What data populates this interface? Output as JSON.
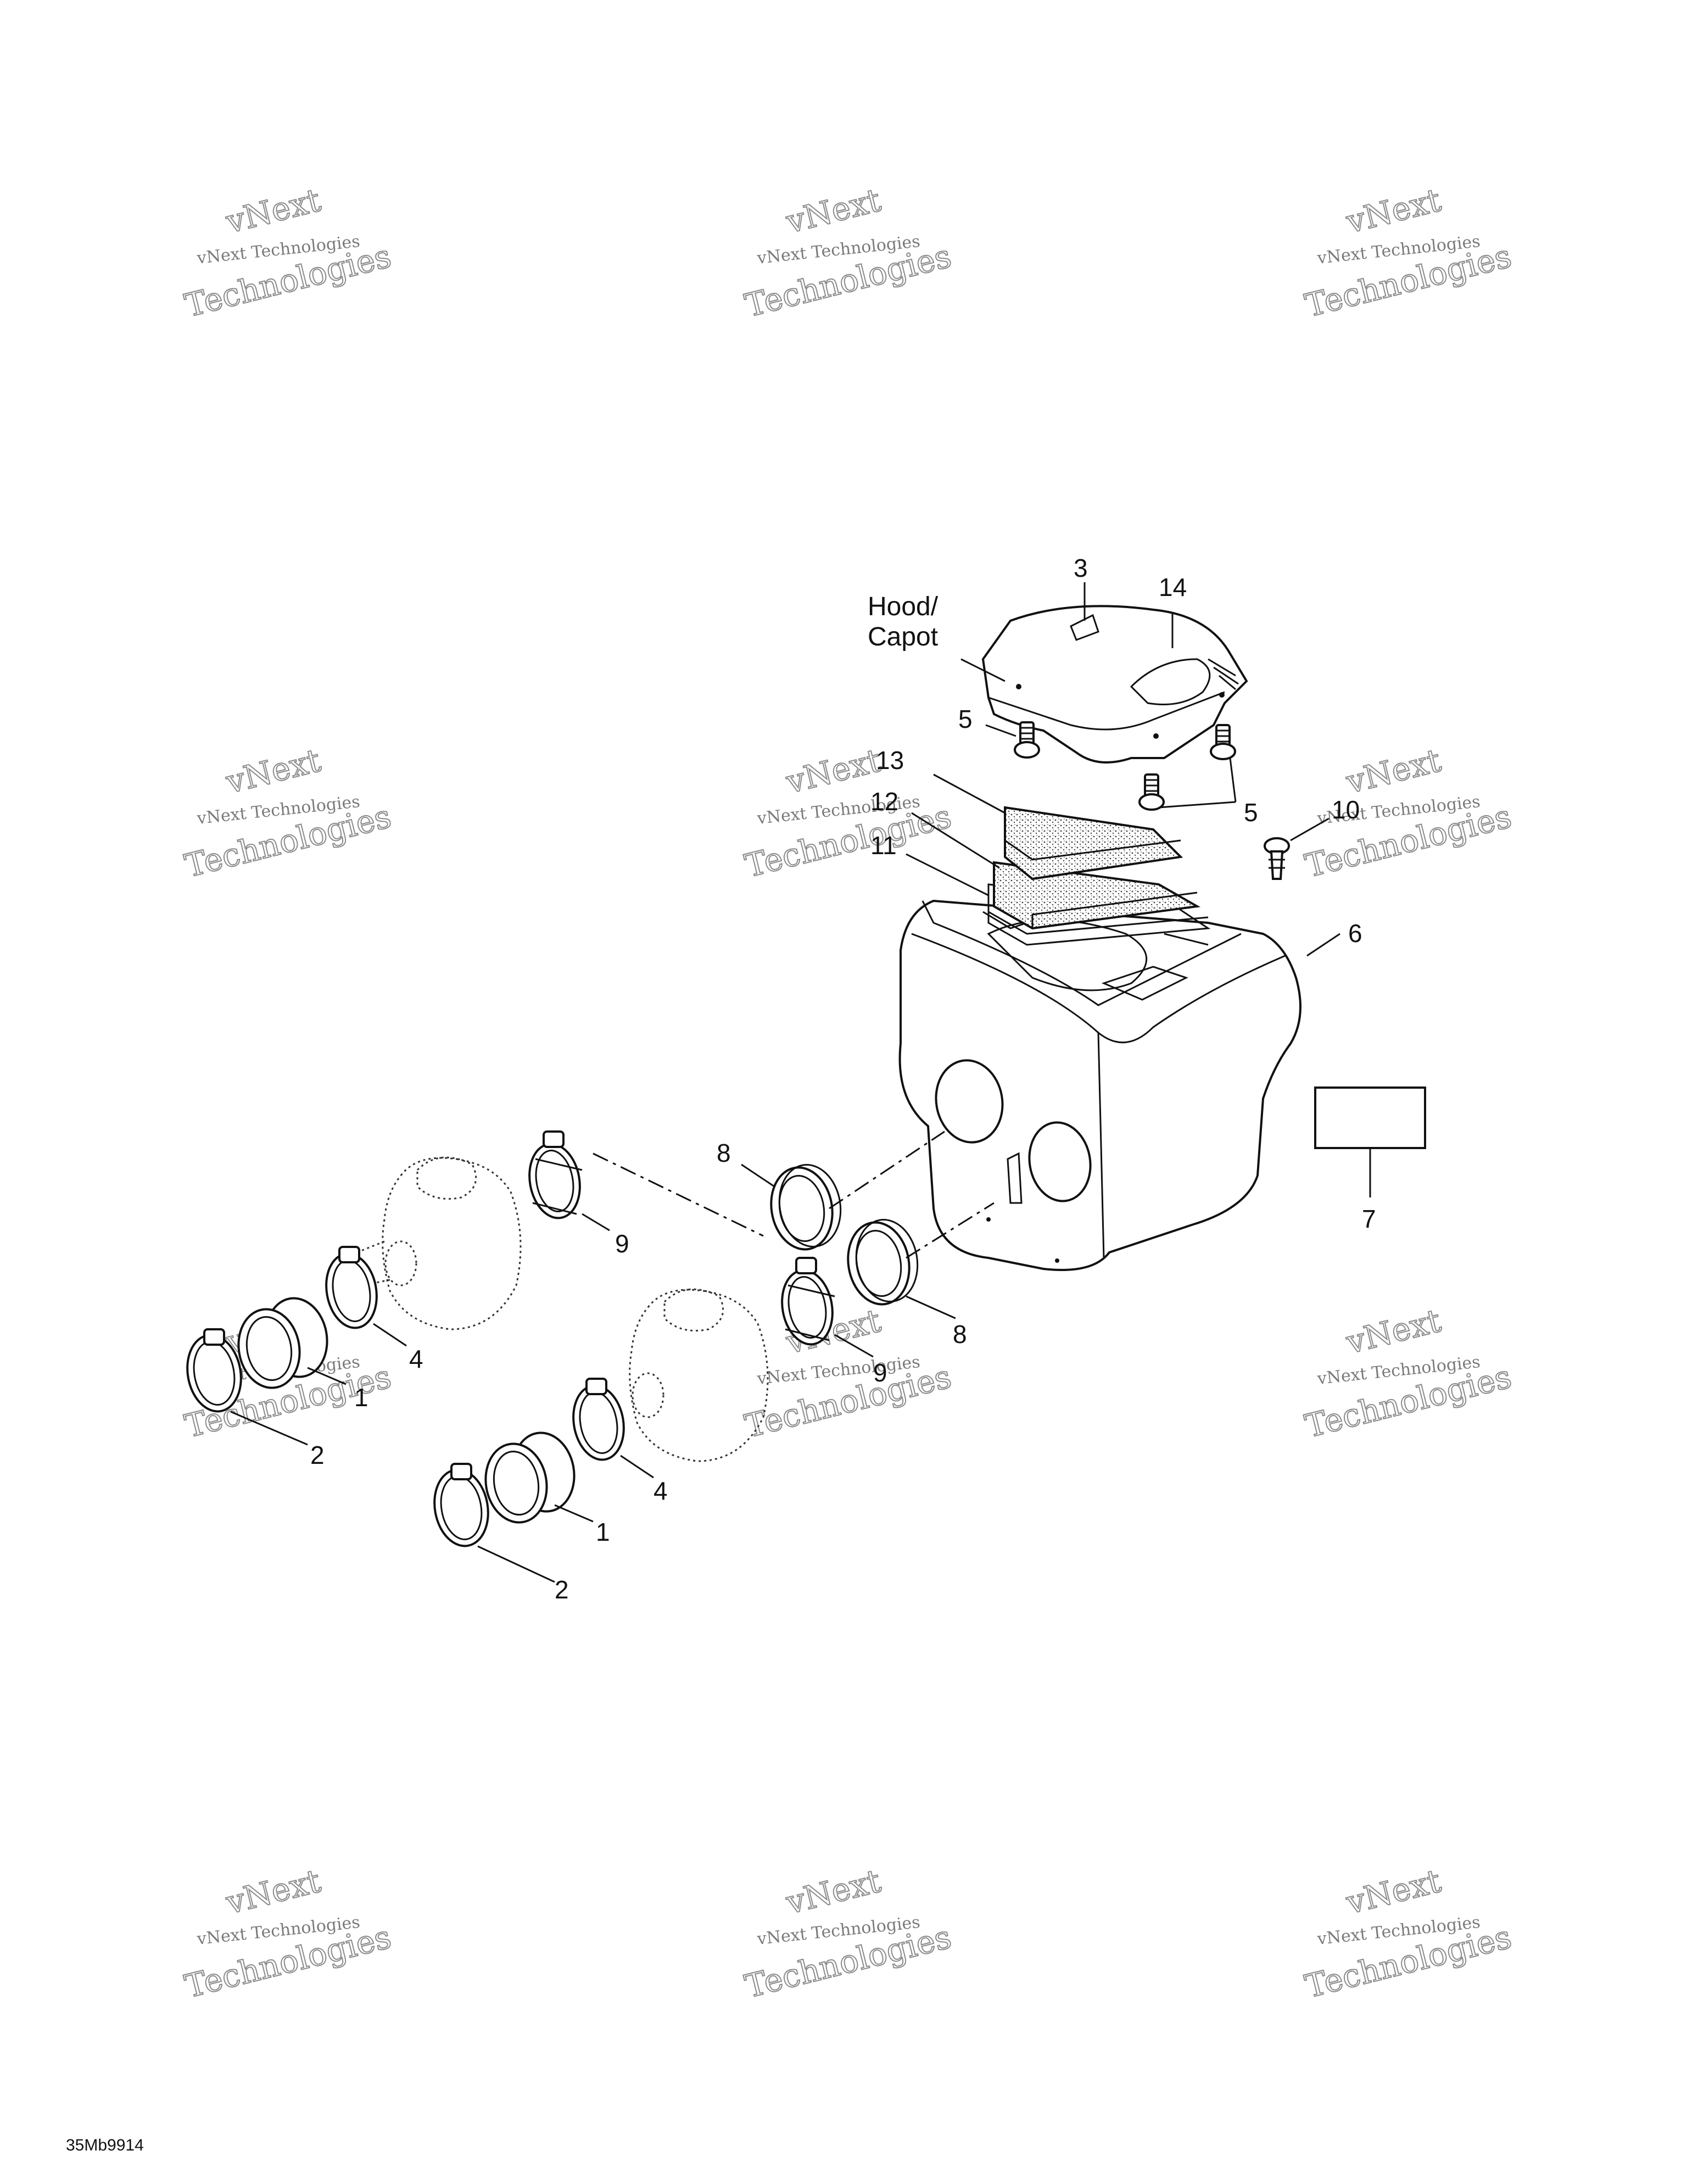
{
  "hood_label": {
    "line1": "Hood/",
    "line2": "Capot"
  },
  "callouts": {
    "c1a": "1",
    "c1b": "1",
    "c2a": "2",
    "c2b": "2",
    "c3": "3",
    "c4a": "4",
    "c4b": "4",
    "c5a": "5",
    "c5b": "5",
    "c6": "6",
    "c7": "7",
    "c8a": "8",
    "c8b": "8",
    "c9a": "9",
    "c9b": "9",
    "c10": "10",
    "c11": "11",
    "c12": "12",
    "c13": "13",
    "c14": "14"
  },
  "watermark": {
    "line1": "vNext Technologies",
    "big": "Technologies",
    "top": "vNext"
  },
  "reference_code": "35Mb9914"
}
